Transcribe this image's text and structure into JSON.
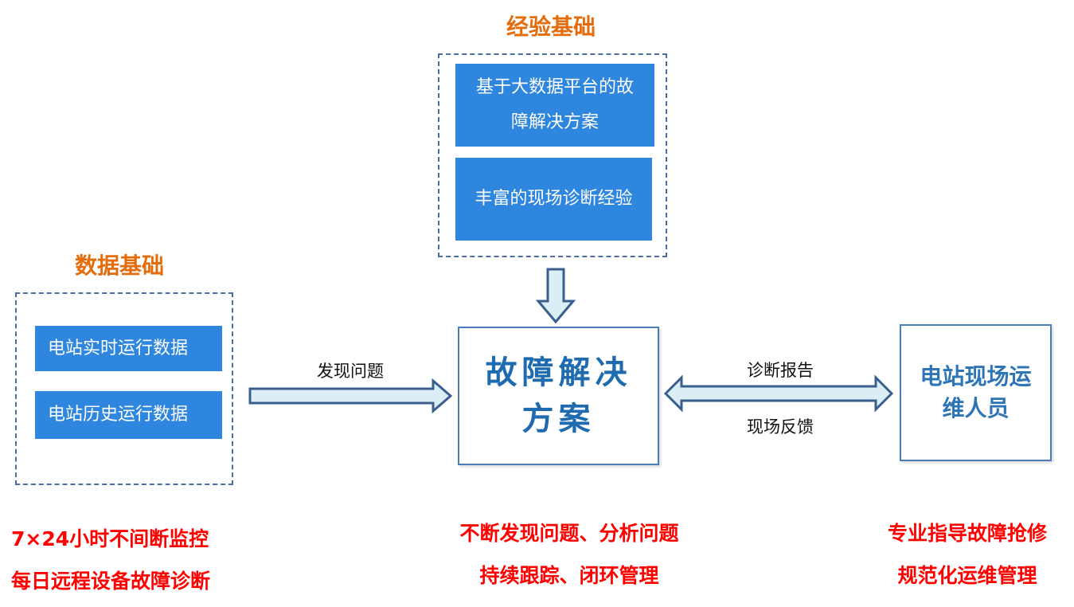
{
  "experience": {
    "title": "经验基础",
    "items": [
      "基于大数据平台的故障解决方案",
      "丰富的现场诊断经验"
    ]
  },
  "data_basis": {
    "title": "数据基础",
    "items": [
      "电站实时运行数据",
      "电站历史运行数据"
    ]
  },
  "center": {
    "title": "故障解决方案"
  },
  "staff": {
    "title": "电站现场运维人员"
  },
  "arrows": {
    "discover": "发现问题",
    "report": "诊断报告",
    "feedback": "现场反馈"
  },
  "notes": {
    "left": [
      "7×24小时不间断监控",
      "每日远程设备故障诊断"
    ],
    "center": [
      "不断发现问题、分析问题",
      "持续跟踪、闭环管理"
    ],
    "right": [
      "专业指导故障抢修",
      "规范化运维管理"
    ]
  },
  "colors": {
    "title_orange": "#e46c0a",
    "card_blue": "#2e86de",
    "border_blue": "#4a7ebb",
    "arrow_fill": "#dbeef6",
    "note_red": "#ff0000"
  }
}
